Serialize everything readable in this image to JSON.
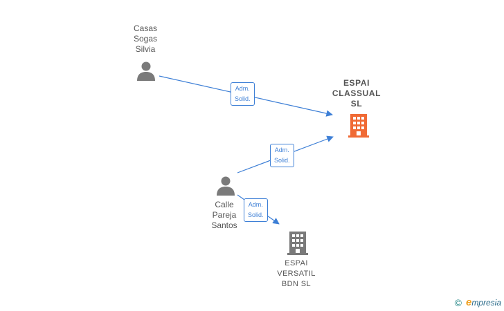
{
  "nodes": {
    "person1": {
      "label": "Casas\nSogas\nSilvia"
    },
    "person2": {
      "label": "Calle\nPareja\nSantos"
    },
    "company1": {
      "label": "ESPAI\nCLASSUAL\nSL"
    },
    "company2": {
      "label": "ESPAI\nVERSATIL\nBDN  SL"
    }
  },
  "edges": [
    {
      "from": "person1",
      "to": "company1",
      "label": "Adm.\nSolid."
    },
    {
      "from": "person2",
      "to": "company1",
      "label": "Adm.\nSolid."
    },
    {
      "from": "person2",
      "to": "company2",
      "label": "Adm.\nSolid."
    }
  ],
  "colors": {
    "edge": "#3d7fd6",
    "person_icon": "#7a7a7a",
    "company_main": "#f06a35",
    "company_secondary": "#7a7a7a"
  },
  "footer": {
    "copyright": "©",
    "brand_initial": "e",
    "brand_rest": "mpresia"
  }
}
